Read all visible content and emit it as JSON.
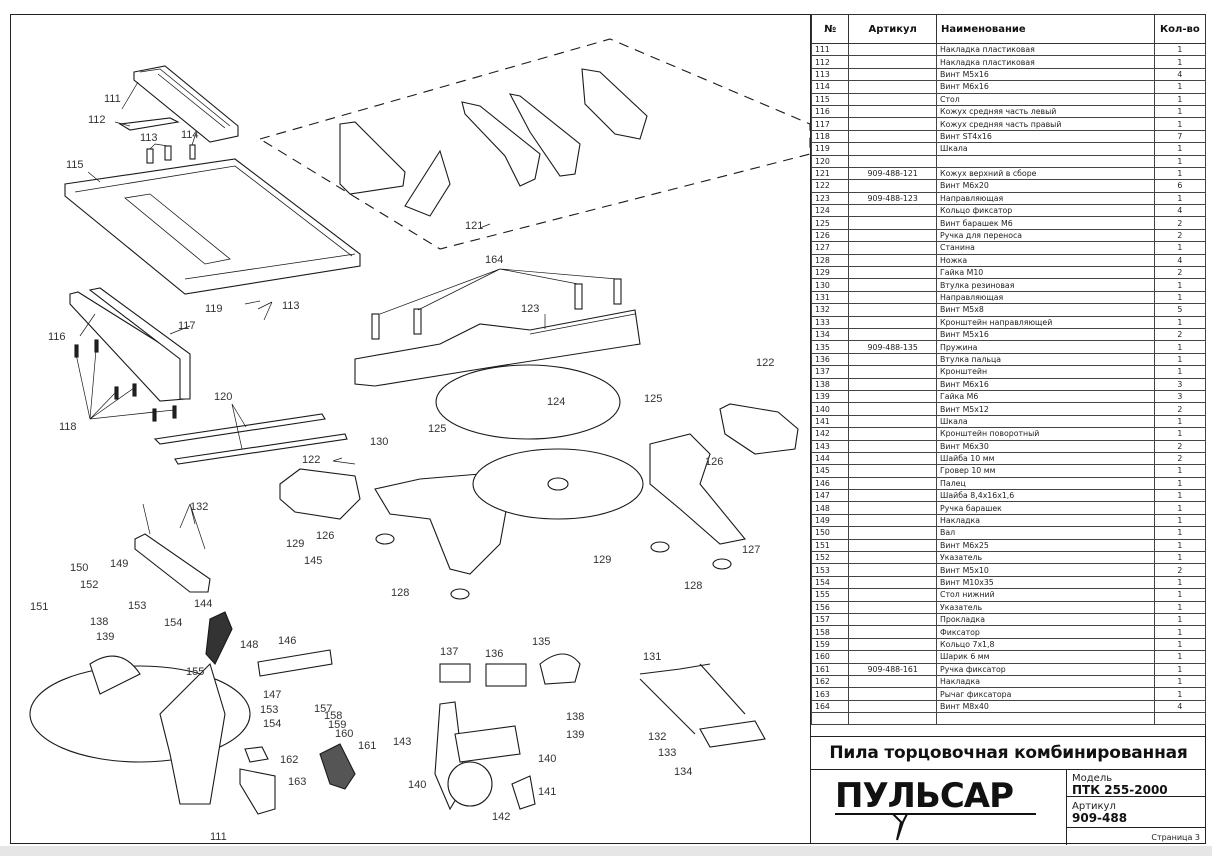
{
  "document": {
    "title": "Пила торцовочная комбинированная",
    "brand": "ПУЛЬСАР",
    "model_label": "Модель",
    "model_value": "ПТК 255-2000",
    "article_label": "Артикул",
    "article_value": "909-488",
    "page_label": "Страница 3"
  },
  "table": {
    "headers": {
      "no": "№",
      "article": "Артикул",
      "name": "Наименование",
      "qty": "Кол-во"
    },
    "rows": [
      {
        "no": "111",
        "article": "",
        "name": "Накладка пластиковая",
        "qty": "1"
      },
      {
        "no": "112",
        "article": "",
        "name": "Накладка пластиковая",
        "qty": "1"
      },
      {
        "no": "113",
        "article": "",
        "name": "Винт М5х16",
        "qty": "4"
      },
      {
        "no": "114",
        "article": "",
        "name": "Винт М6х16",
        "qty": "1"
      },
      {
        "no": "115",
        "article": "",
        "name": "Стол",
        "qty": "1"
      },
      {
        "no": "116",
        "article": "",
        "name": "Кожух средняя часть левый",
        "qty": "1"
      },
      {
        "no": "117",
        "article": "",
        "name": "Кожух средняя часть правый",
        "qty": "1"
      },
      {
        "no": "118",
        "article": "",
        "name": "Винт ST4х16",
        "qty": "7"
      },
      {
        "no": "119",
        "article": "",
        "name": "Шкала",
        "qty": "1"
      },
      {
        "no": "120",
        "article": "",
        "name": "",
        "qty": "1"
      },
      {
        "no": "121",
        "article": "909-488-121",
        "name": "Кожух верхний в сборе",
        "qty": "1"
      },
      {
        "no": "122",
        "article": "",
        "name": "Винт М6х20",
        "qty": "6"
      },
      {
        "no": "123",
        "article": "909-488-123",
        "name": "Направляющая",
        "qty": "1"
      },
      {
        "no": "124",
        "article": "",
        "name": "Кольцо фиксатор",
        "qty": "4"
      },
      {
        "no": "125",
        "article": "",
        "name": "Винт барашек М6",
        "qty": "2"
      },
      {
        "no": "126",
        "article": "",
        "name": "Ручка для переноса",
        "qty": "2"
      },
      {
        "no": "127",
        "article": "",
        "name": "Станина",
        "qty": "1"
      },
      {
        "no": "128",
        "article": "",
        "name": "Ножка",
        "qty": "4"
      },
      {
        "no": "129",
        "article": "",
        "name": "Гайка М10",
        "qty": "2"
      },
      {
        "no": "130",
        "article": "",
        "name": "Втулка резиновая",
        "qty": "1"
      },
      {
        "no": "131",
        "article": "",
        "name": "Направляющая",
        "qty": "1"
      },
      {
        "no": "132",
        "article": "",
        "name": "Винт М5х8",
        "qty": "5"
      },
      {
        "no": "133",
        "article": "",
        "name": "Кронштейн направляющей",
        "qty": "1"
      },
      {
        "no": "134",
        "article": "",
        "name": "Винт М5х16",
        "qty": "2"
      },
      {
        "no": "135",
        "article": "909-488-135",
        "name": "Пружина",
        "qty": "1"
      },
      {
        "no": "136",
        "article": "",
        "name": "Втулка пальца",
        "qty": "1"
      },
      {
        "no": "137",
        "article": "",
        "name": "Кронштейн",
        "qty": "1"
      },
      {
        "no": "138",
        "article": "",
        "name": "Винт М6х16",
        "qty": "3"
      },
      {
        "no": "139",
        "article": "",
        "name": "Гайка М6",
        "qty": "3"
      },
      {
        "no": "140",
        "article": "",
        "name": "Винт М5х12",
        "qty": "2"
      },
      {
        "no": "141",
        "article": "",
        "name": "Шкала",
        "qty": "1"
      },
      {
        "no": "142",
        "article": "",
        "name": "Кронштейн поворотный",
        "qty": "1"
      },
      {
        "no": "143",
        "article": "",
        "name": "Винт М6х30",
        "qty": "2"
      },
      {
        "no": "144",
        "article": "",
        "name": "Шайба 10 мм",
        "qty": "2"
      },
      {
        "no": "145",
        "article": "",
        "name": "Гровер 10 мм",
        "qty": "1"
      },
      {
        "no": "146",
        "article": "",
        "name": "Палец",
        "qty": "1"
      },
      {
        "no": "147",
        "article": "",
        "name": "Шайба 8,4х16х1,6",
        "qty": "1"
      },
      {
        "no": "148",
        "article": "",
        "name": "Ручка барашек",
        "qty": "1"
      },
      {
        "no": "149",
        "article": "",
        "name": "Накладка",
        "qty": "1"
      },
      {
        "no": "150",
        "article": "",
        "name": "Вал",
        "qty": "1"
      },
      {
        "no": "151",
        "article": "",
        "name": "Винт М6х25",
        "qty": "1"
      },
      {
        "no": "152",
        "article": "",
        "name": "Указатель",
        "qty": "1"
      },
      {
        "no": "153",
        "article": "",
        "name": "Винт М5х10",
        "qty": "2"
      },
      {
        "no": "154",
        "article": "",
        "name": "Винт М10х35",
        "qty": "1"
      },
      {
        "no": "155",
        "article": "",
        "name": "Стол нижний",
        "qty": "1"
      },
      {
        "no": "156",
        "article": "",
        "name": "Указатель",
        "qty": "1"
      },
      {
        "no": "157",
        "article": "",
        "name": "Прокладка",
        "qty": "1"
      },
      {
        "no": "158",
        "article": "",
        "name": "Фиксатор",
        "qty": "1"
      },
      {
        "no": "159",
        "article": "",
        "name": "Кольцо 7х1,8",
        "qty": "1"
      },
      {
        "no": "160",
        "article": "",
        "name": "Шарик 6 мм",
        "qty": "1"
      },
      {
        "no": "161",
        "article": "909-488-161",
        "name": "Ручка фиксатор",
        "qty": "1"
      },
      {
        "no": "162",
        "article": "",
        "name": "Накладка",
        "qty": "1"
      },
      {
        "no": "163",
        "article": "",
        "name": "Рычаг фиксатора",
        "qty": "1"
      },
      {
        "no": "164",
        "article": "",
        "name": "Винт М8х40",
        "qty": "4"
      }
    ]
  },
  "diagram": {
    "callouts": [
      {
        "id": "111a",
        "text": "111"
      },
      {
        "id": "112",
        "text": "112"
      },
      {
        "id": "113a",
        "text": "113"
      },
      {
        "id": "114",
        "text": "114"
      },
      {
        "id": "115",
        "text": "115"
      },
      {
        "id": "121",
        "text": "121"
      },
      {
        "id": "164",
        "text": "164"
      },
      {
        "id": "123",
        "text": "123"
      },
      {
        "id": "119",
        "text": "119"
      },
      {
        "id": "113b",
        "text": "113"
      },
      {
        "id": "116",
        "text": "116"
      },
      {
        "id": "117",
        "text": "117"
      },
      {
        "id": "118",
        "text": "118"
      },
      {
        "id": "120",
        "text": "120"
      },
      {
        "id": "124",
        "text": "124"
      },
      {
        "id": "122a",
        "text": "122"
      },
      {
        "id": "125a",
        "text": "125"
      },
      {
        "id": "130",
        "text": "130"
      },
      {
        "id": "125b",
        "text": "125"
      },
      {
        "id": "122b",
        "text": "122"
      },
      {
        "id": "126a",
        "text": "126"
      },
      {
        "id": "126b",
        "text": "126"
      },
      {
        "id": "127",
        "text": "127"
      },
      {
        "id": "128a",
        "text": "128"
      },
      {
        "id": "128b",
        "text": "128"
      },
      {
        "id": "129a",
        "text": "129"
      },
      {
        "id": "129b",
        "text": "129"
      },
      {
        "id": "145",
        "text": "145"
      },
      {
        "id": "132a",
        "text": "132"
      },
      {
        "id": "149",
        "text": "149"
      },
      {
        "id": "150",
        "text": "150"
      },
      {
        "id": "152",
        "text": "152"
      },
      {
        "id": "151",
        "text": "151"
      },
      {
        "id": "153a",
        "text": "153"
      },
      {
        "id": "144",
        "text": "144"
      },
      {
        "id": "138a",
        "text": "138"
      },
      {
        "id": "154a",
        "text": "154"
      },
      {
        "id": "139a",
        "text": "139"
      },
      {
        "id": "148",
        "text": "148"
      },
      {
        "id": "146",
        "text": "146"
      },
      {
        "id": "155",
        "text": "155"
      },
      {
        "id": "147",
        "text": "147"
      },
      {
        "id": "153b",
        "text": "153"
      },
      {
        "id": "154b",
        "text": "154"
      },
      {
        "id": "157",
        "text": "157"
      },
      {
        "id": "158",
        "text": "158"
      },
      {
        "id": "159",
        "text": "159"
      },
      {
        "id": "160",
        "text": "160"
      },
      {
        "id": "161",
        "text": "161"
      },
      {
        "id": "162",
        "text": "162"
      },
      {
        "id": "163",
        "text": "163"
      },
      {
        "id": "111b",
        "text": "111"
      },
      {
        "id": "137",
        "text": "137"
      },
      {
        "id": "136",
        "text": "136"
      },
      {
        "id": "135",
        "text": "135"
      },
      {
        "id": "143",
        "text": "143"
      },
      {
        "id": "138b",
        "text": "138"
      },
      {
        "id": "139b",
        "text": "139"
      },
      {
        "id": "140a",
        "text": "140"
      },
      {
        "id": "140b",
        "text": "140"
      },
      {
        "id": "141",
        "text": "141"
      },
      {
        "id": "142",
        "text": "142"
      },
      {
        "id": "131",
        "text": "131"
      },
      {
        "id": "132b",
        "text": "132"
      },
      {
        "id": "133",
        "text": "133"
      },
      {
        "id": "134",
        "text": "134"
      }
    ]
  }
}
